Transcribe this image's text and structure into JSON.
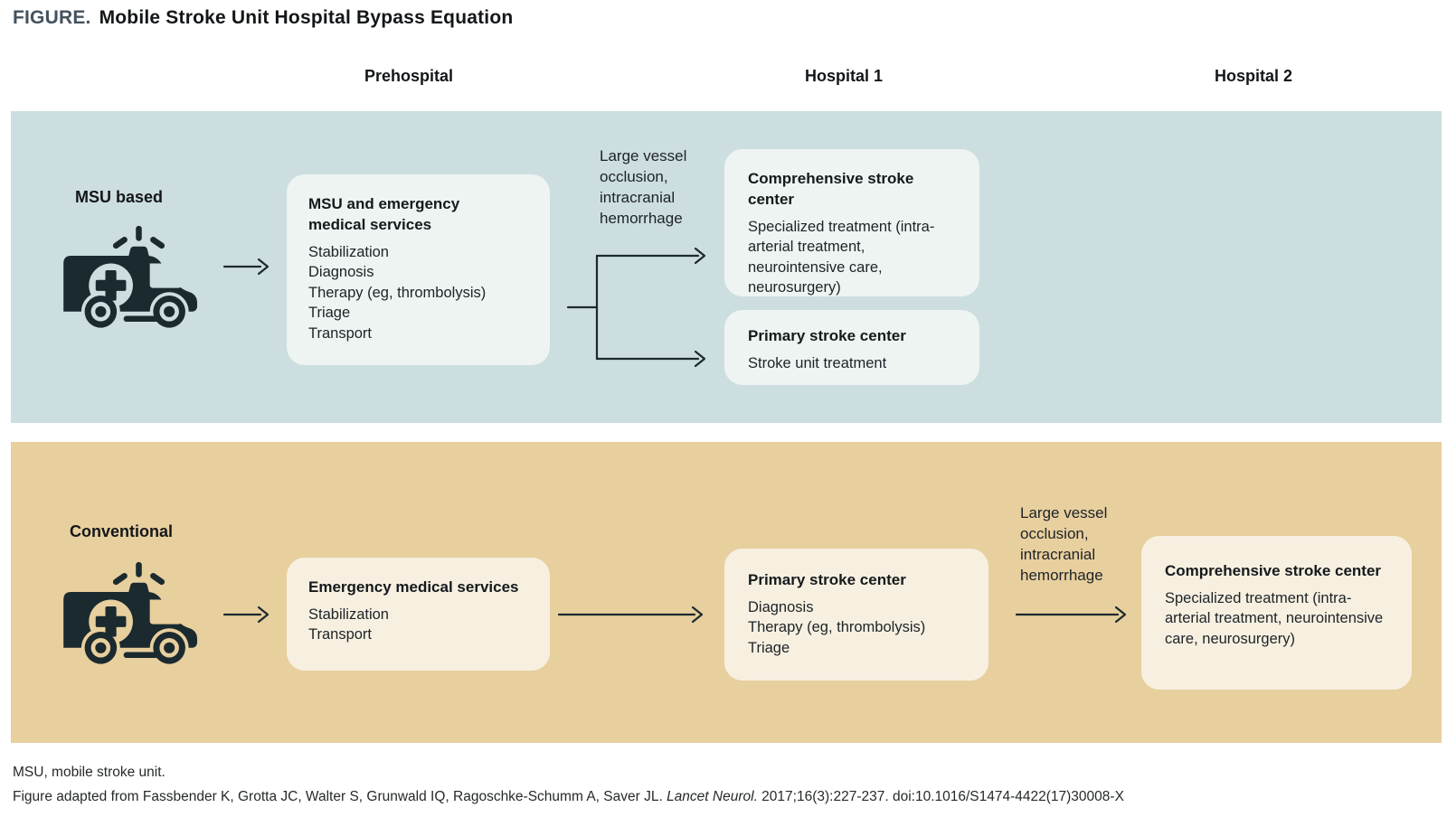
{
  "figure": {
    "label": "FIGURE.",
    "title": "Mobile Stroke Unit Hospital Bypass Equation"
  },
  "columns": {
    "prehospital": "Prehospital",
    "hospital1": "Hospital 1",
    "hospital2": "Hospital 2"
  },
  "msu_row": {
    "label": "MSU based",
    "ems_box": {
      "title": "MSU and emergency medical services",
      "items": [
        "Stabilization",
        "Diagnosis",
        "Therapy (eg, thrombolysis)",
        "Triage",
        "Transport"
      ]
    },
    "branch_label": "Large vessel\nocclusion,\nintracranial\nhemorrhage",
    "comprehensive_box": {
      "title": "Comprehensive stroke center",
      "body": "Specialized treatment (intra-arterial treatment, neurointensive care, neurosurgery)"
    },
    "primary_box": {
      "title": "Primary stroke center",
      "body": "Stroke unit treatment"
    }
  },
  "conventional_row": {
    "label": "Conventional",
    "ems_box": {
      "title": "Emergency medical services",
      "items": [
        "Stabilization",
        "Transport"
      ]
    },
    "primary_box": {
      "title": "Primary stroke center",
      "items": [
        "Diagnosis",
        "Therapy (eg, thrombolysis)",
        "Triage"
      ]
    },
    "branch_label": "Large vessel\nocclusion,\nintracranial\nhemorrhage",
    "comprehensive_box": {
      "title": "Comprehensive stroke center",
      "body": "Specialized treatment (intra-arterial treatment, neurointensive care, neurosurgery)"
    }
  },
  "footnotes": {
    "abbreviation": "MSU, mobile stroke unit.",
    "citation_prefix": "Figure adapted from Fassbender K, Grotta JC, Walter S, Grunwald IQ, Ragoschke-Schumm A, Saver JL. ",
    "citation_journal": "Lancet Neurol.",
    "citation_suffix": " 2017;16(3):227-237. doi:10.1016/S1474-4422(17)30008-X"
  },
  "icons": {
    "ambulance": "ambulance-icon",
    "arrow": "arrow-right-icon",
    "branch": "branch-arrows-icon"
  },
  "colors": {
    "msu_bg": "#ccdee0",
    "conv_bg": "#e8cf9e",
    "msu_box_bg": "#eef4f2",
    "conv_box_bg": "#f7f0e1",
    "ink": "#1b2a2e",
    "figure_label": "#44525c"
  }
}
